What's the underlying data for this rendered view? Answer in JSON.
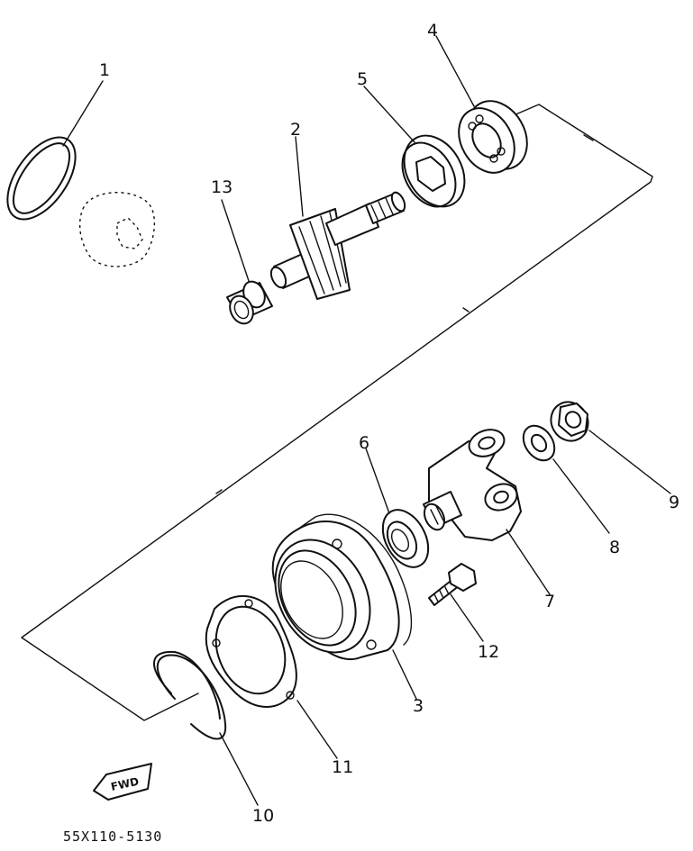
{
  "diagram_code": "55X110-5130",
  "fwd_label": "FWD",
  "callouts": [
    "1",
    "2",
    "3",
    "4",
    "5",
    "6",
    "7",
    "8",
    "9",
    "10",
    "11",
    "12",
    "13"
  ],
  "parts": [
    {
      "num": "1",
      "icon": "circlip-icon"
    },
    {
      "num": "2",
      "icon": "bevel-gear-shaft-icon"
    },
    {
      "num": "3",
      "icon": "bearing-housing-icon"
    },
    {
      "num": "4",
      "icon": "ball-bearing-icon"
    },
    {
      "num": "5",
      "icon": "bearing-retainer-icon"
    },
    {
      "num": "6",
      "icon": "oil-seal-icon"
    },
    {
      "num": "7",
      "icon": "universal-joint-yoke-icon"
    },
    {
      "num": "8",
      "icon": "washer-icon"
    },
    {
      "num": "9",
      "icon": "nut-icon"
    },
    {
      "num": "10",
      "icon": "snap-ring-icon"
    },
    {
      "num": "11",
      "icon": "gasket-icon"
    },
    {
      "num": "12",
      "icon": "bolt-icon"
    },
    {
      "num": "13",
      "icon": "needle-bearing-icon"
    }
  ]
}
